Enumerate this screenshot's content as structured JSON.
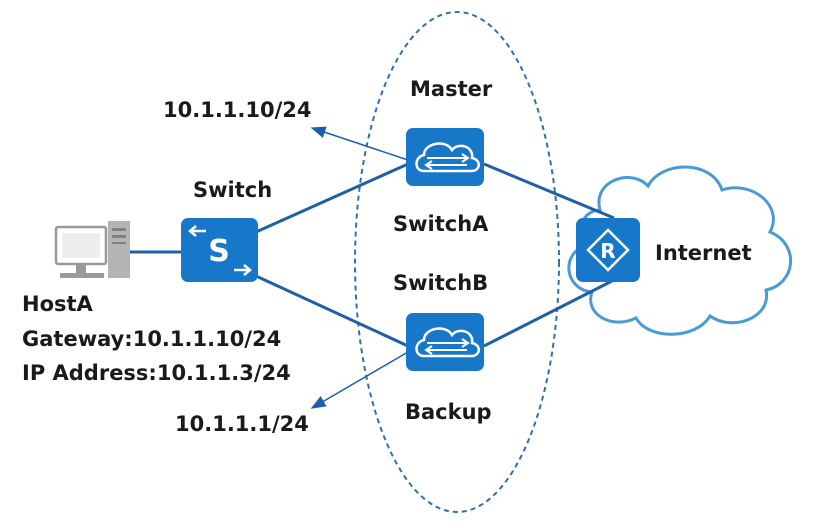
{
  "labels": {
    "master_ip": "10.1.1.10/24",
    "master_role": "Master",
    "switch_name": "Switch",
    "switcha_name": "SwitchA",
    "switchb_name": "SwitchB",
    "backup_role": "Backup",
    "backup_ip": "10.1.1.1/24",
    "host_name": "HostA",
    "host_gateway": "Gateway:10.1.1.10/24",
    "host_ip": "IP Address:10.1.1.3/24",
    "internet": "Internet"
  },
  "colors": {
    "device_blue": "#1777c9",
    "link_blue": "#1f5fa6",
    "dashed_ellipse": "#2f6fb5",
    "cloud_stroke": "#4a9ad6",
    "host_gray": "#9a9a9a"
  },
  "icons": {
    "host": "computer-icon",
    "switch": "layer2-switch-icon",
    "switcha": "cloud-switch-icon",
    "switchb": "cloud-switch-icon",
    "router": "router-icon",
    "internet": "cloud-icon"
  }
}
